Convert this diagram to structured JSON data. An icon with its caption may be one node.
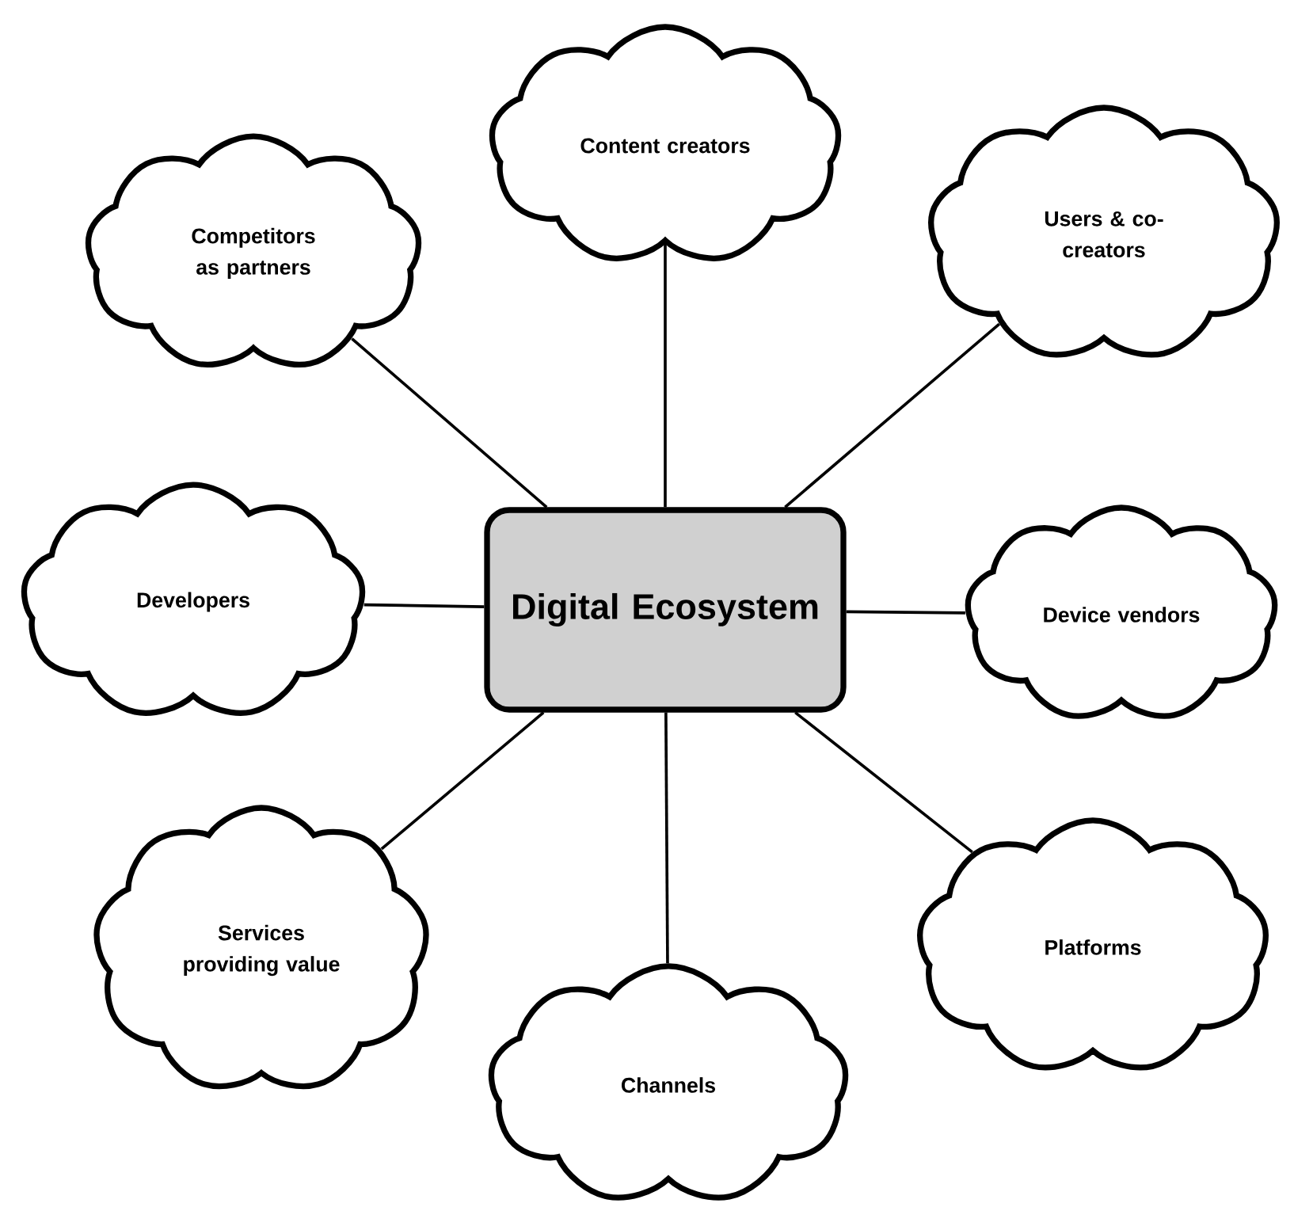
{
  "diagram": {
    "nodes": [
      {
        "text": [
          "Digital Ecosystem"
        ]
      },
      {
        "text": [
          "Content creators"
        ]
      },
      {
        "text": [
          "Competitors as partners"
        ]
      },
      {
        "text": [
          "Users & co-creators"
        ]
      },
      {
        "text": [
          "Developers"
        ]
      },
      {
        "text": [
          "Device vendors"
        ]
      },
      {
        "text": [
          "Services providing value"
        ]
      },
      {
        "text": [
          "Platforms"
        ]
      },
      {
        "text": [
          "Channels"
        ]
      }
    ],
    "edges": [
      {
        "from": 0,
        "to": 1,
        "arrow": "none"
      },
      {
        "from": 0,
        "to": 2,
        "arrow": "none"
      },
      {
        "from": 0,
        "to": 3,
        "arrow": "none"
      },
      {
        "from": 0,
        "to": 4,
        "arrow": "none"
      },
      {
        "from": 0,
        "to": 5,
        "arrow": "none"
      },
      {
        "from": 0,
        "to": 6,
        "arrow": "none"
      },
      {
        "from": 0,
        "to": 7,
        "arrow": "none"
      },
      {
        "from": 0,
        "to": 8,
        "arrow": "none"
      }
    ]
  }
}
